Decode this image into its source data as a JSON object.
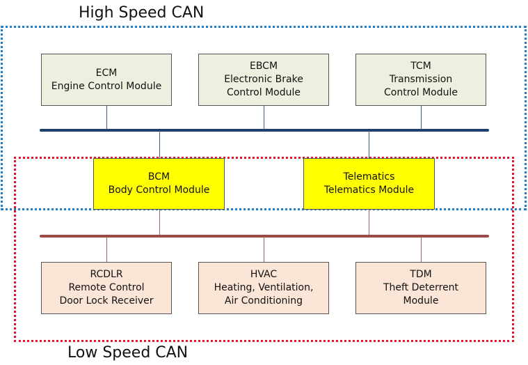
{
  "title_high": "High Speed CAN",
  "title_low": "Low Speed CAN",
  "colors": {
    "high_region_border": "#1f7bc6",
    "low_region_border": "#e8112d",
    "high_bus": "#1f3f6e",
    "low_bus": "#9b4a45",
    "high_stub": "#3e5f87",
    "low_stub": "#a55a55",
    "top_node_fill": "#ebf1de",
    "gateway_fill": "#ffff00",
    "bottom_node_fill": "#fbe5d6"
  },
  "high_speed_nodes": [
    {
      "id": "ecm",
      "lines": [
        "ECM",
        "Engine Control Module"
      ]
    },
    {
      "id": "ebcm",
      "lines": [
        "EBCM",
        "Electronic Brake",
        "Control Module"
      ]
    },
    {
      "id": "tcm",
      "lines": [
        "TCM",
        "Transmission",
        "Control Module"
      ]
    }
  ],
  "gateway_nodes": [
    {
      "id": "bcm",
      "lines": [
        "BCM",
        "Body Control Module"
      ]
    },
    {
      "id": "telematics",
      "lines": [
        "Telematics",
        "Telematics Module"
      ]
    }
  ],
  "low_speed_nodes": [
    {
      "id": "rcdlr",
      "lines": [
        "RCDLR",
        "Remote Control",
        "Door Lock Receiver"
      ]
    },
    {
      "id": "hvac",
      "lines": [
        "HVAC",
        "Heating, Ventilation,",
        "Air Conditioning"
      ]
    },
    {
      "id": "tdm",
      "lines": [
        "TDM",
        "Theft Deterrent",
        "Module"
      ]
    }
  ]
}
